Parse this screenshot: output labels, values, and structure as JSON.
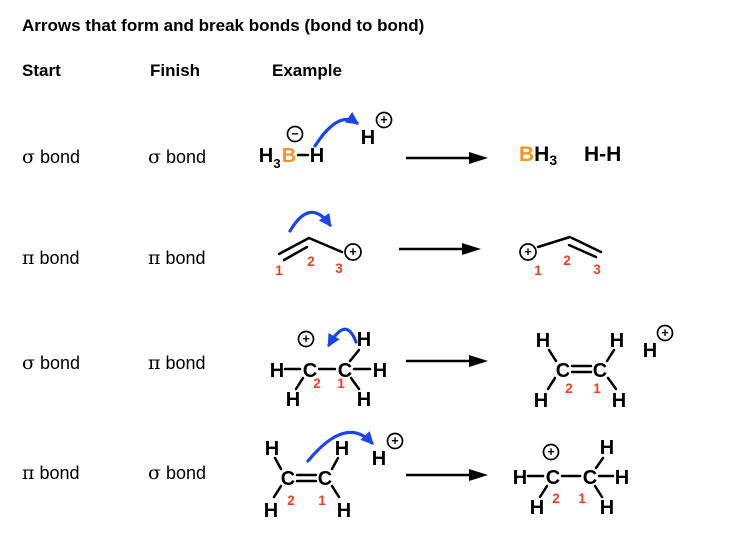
{
  "title": "Arrows that form and break bonds (bond to bond)",
  "headers": {
    "start": "Start",
    "finish": "Finish",
    "example": "Example"
  },
  "colors": {
    "bond_orange": "#F7931E",
    "arrow_blue": "#1B43EE",
    "number_red": "#F93A22"
  },
  "rows": [
    {
      "start_symbol": "σ",
      "start_word": "bond",
      "finish_symbol": "σ",
      "finish_word": "bond"
    },
    {
      "start_symbol": "π",
      "start_word": "bond",
      "finish_symbol": "π",
      "finish_word": "bond"
    },
    {
      "start_symbol": "σ",
      "start_word": "bond",
      "finish_symbol": "π",
      "finish_word": "bond"
    },
    {
      "start_symbol": "π",
      "start_word": "bond",
      "finish_symbol": "σ",
      "finish_word": "bond"
    }
  ],
  "row1": {
    "reactant": {
      "h_left": "H",
      "sub3": "3",
      "boron": "B",
      "h_right": "H",
      "minus_charge": "−",
      "proton": "H",
      "plus_charge": "+"
    },
    "products": {
      "boron": "B",
      "h": "H",
      "sub3": "3",
      "hydrogen_molecule": "H-H"
    }
  },
  "row2": {
    "reactant": {
      "numbers": [
        "1",
        "2",
        "3"
      ],
      "plus_charge": "+"
    },
    "product": {
      "numbers": [
        "1",
        "2",
        "3"
      ],
      "plus_charge": "+"
    }
  },
  "row3": {
    "reactant": {
      "carbon": "C",
      "hydrogen": "H",
      "numbers": [
        "2",
        "1"
      ],
      "plus_charge": "+"
    },
    "product": {
      "carbon": "C",
      "hydrogen": "H",
      "numbers": [
        "2",
        "1"
      ],
      "proton": "H",
      "plus_charge": "+"
    }
  },
  "row4": {
    "reactant": {
      "carbon": "C",
      "hydrogen": "H",
      "numbers": [
        "2",
        "1"
      ],
      "proton": "H",
      "plus_charge": "+"
    },
    "product": {
      "carbon": "C",
      "hydrogen": "H",
      "numbers": [
        "2",
        "1"
      ],
      "plus_charge": "+"
    }
  }
}
